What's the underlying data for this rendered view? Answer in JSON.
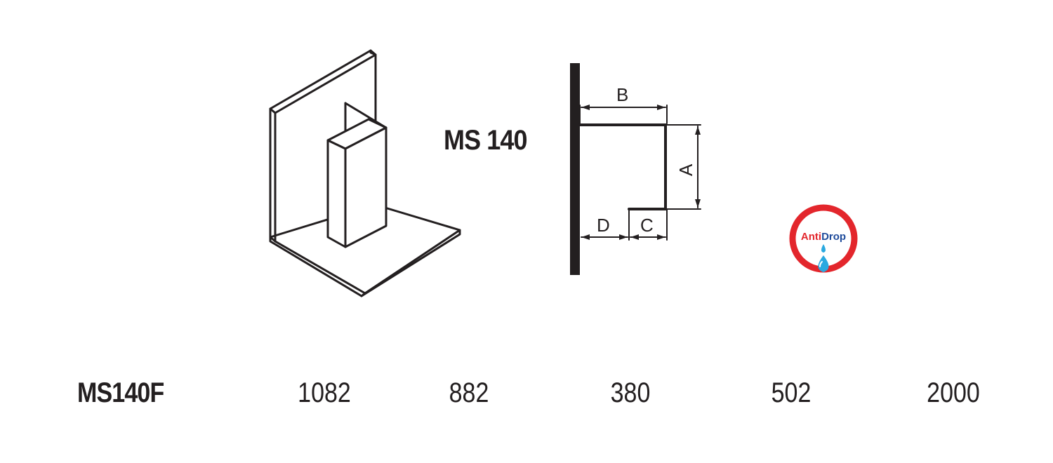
{
  "model_title": "MS 140",
  "dimension_labels": {
    "a": "A",
    "b": "B",
    "c": "C",
    "d": "D"
  },
  "badge": {
    "text_part1": "Anti",
    "text_part2": "Drop",
    "ring_color": "#e3262c",
    "text_color_part1": "#e3262c",
    "text_color_part2": "#1f4b9b",
    "drop_color": "#2aa9e0",
    "icon": "water-drop-icon"
  },
  "spec_row": {
    "model": "MS140F",
    "values": [
      "1082",
      "882",
      "380",
      "502",
      "2000"
    ]
  }
}
